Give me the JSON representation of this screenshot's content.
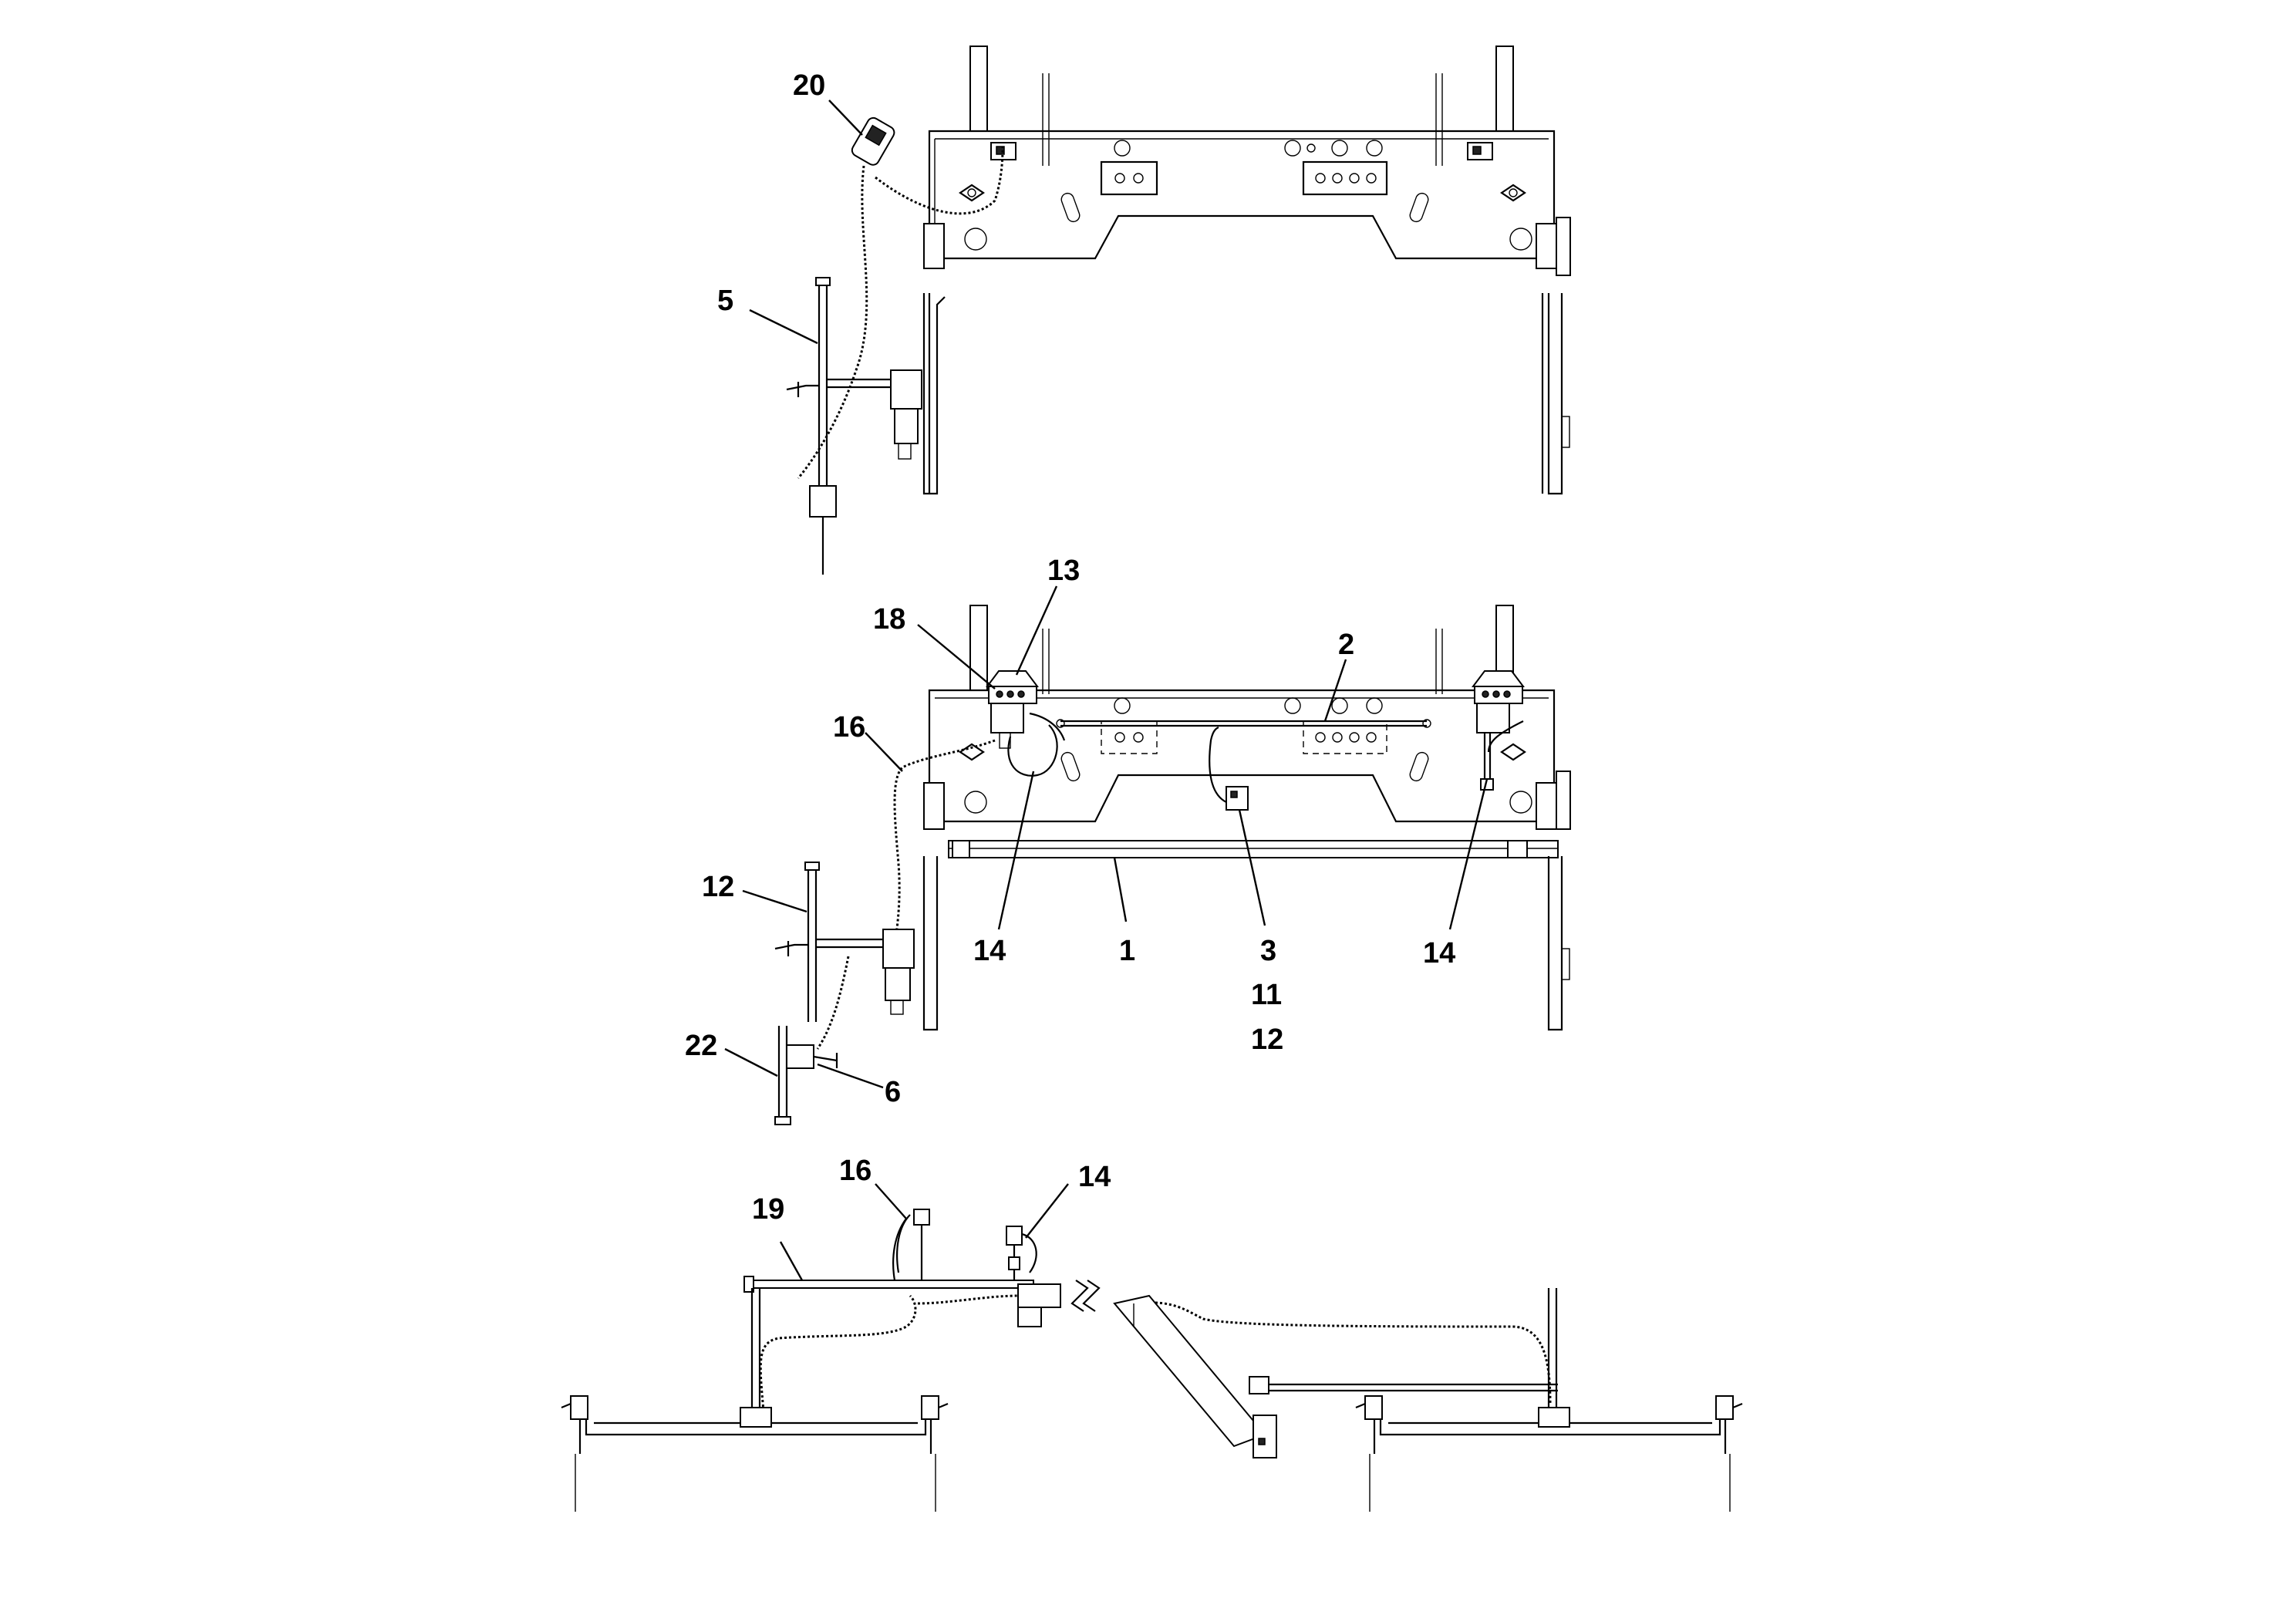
{
  "diagram": {
    "views": [
      {
        "id": "view-top",
        "callouts": [
          "20",
          "5"
        ]
      },
      {
        "id": "view-middle",
        "callouts": [
          "13",
          "18",
          "2",
          "16",
          "12",
          "14",
          "1",
          "3",
          "11",
          "12",
          "14",
          "22",
          "6"
        ]
      },
      {
        "id": "view-bottom",
        "callouts": [
          "16",
          "14",
          "19"
        ]
      }
    ],
    "labels": {
      "c20": "20",
      "c5": "5",
      "c13": "13",
      "c18": "18",
      "c2": "2",
      "c16a": "16",
      "c12a": "12",
      "c14a": "14",
      "c1": "1",
      "c3": "3",
      "c11": "11",
      "c12b": "12",
      "c14b": "14",
      "c22": "22",
      "c6": "6",
      "c16b": "16",
      "c14c": "14",
      "c19": "19"
    },
    "colors": {
      "line": "#000000",
      "background": "#ffffff"
    }
  }
}
